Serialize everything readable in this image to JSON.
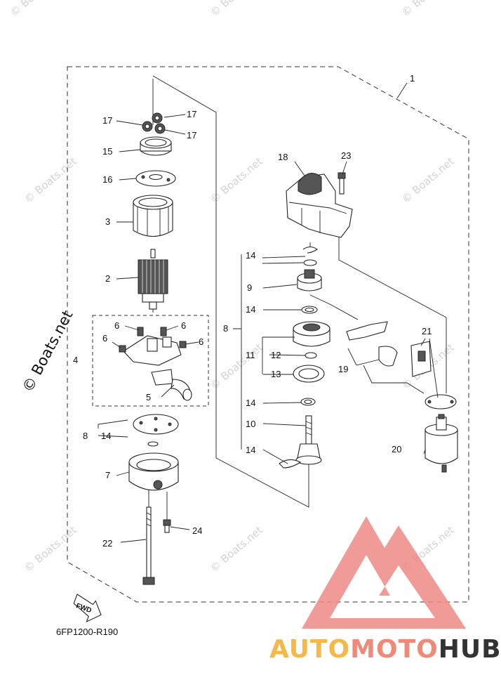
{
  "watermark": "© Boats.net",
  "part_code": "6FP1200-R190",
  "fwd_label": "FWD",
  "brand": {
    "auto": "AUTO",
    "moto": "MOTO",
    "hub": "HUB",
    "color_auto": "#f5b94a",
    "color_moto": "#f08a78",
    "color_hub": "#333333",
    "logo_color": "#ee8a86"
  },
  "callouts": {
    "c1": "1",
    "c2": "2",
    "c3": "3",
    "c4": "4",
    "c5": "5",
    "c6a": "6",
    "c6b": "6",
    "c6c": "6",
    "c6d": "6",
    "c7": "7",
    "c8L": "8",
    "c8R": "8",
    "c9": "9",
    "c10": "10",
    "c11": "11",
    "c12": "12",
    "c13": "13",
    "c14L": "14",
    "c14a": "14",
    "c14b": "14",
    "c14c": "14",
    "c14d": "14",
    "c15": "15",
    "c16": "16",
    "c17a": "17",
    "c17b": "17",
    "c17c": "17",
    "c18": "18",
    "c19": "19",
    "c20": "20",
    "c21": "21",
    "c22": "22",
    "c23": "23",
    "c24": "24"
  }
}
